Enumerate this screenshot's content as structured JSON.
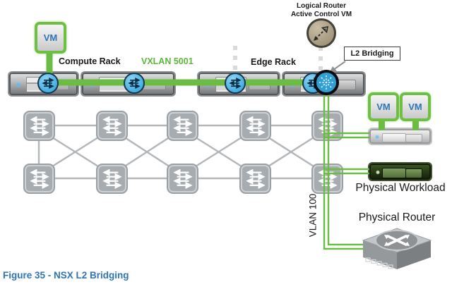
{
  "figure": {
    "caption": "Figure 35 - NSX L2 Bridging"
  },
  "labels": {
    "compute_rack": "Compute Rack",
    "vxlan_5001": "VXLAN 5001",
    "edge_rack": "Edge Rack",
    "logical_router_title": "Logical Router",
    "logical_router_subtitle": "Active Control VM",
    "l2_bridging": "L2 Bridging",
    "vlan_100": "VLAN 100",
    "physical_workload": "Physical Workload",
    "physical_router": "Physical Router",
    "vm": "VM"
  },
  "fabric": {
    "columns": 5,
    "rows": 2
  },
  "colors": {
    "link_green": "#6abc43",
    "vxlan_text_green": "#5cb83c",
    "vm_blue_text": "#2e75b6",
    "caption_blue": "#2e74b6",
    "switch_gray": "#a7acb1",
    "hypervisor_circle_blue": "#45aee2",
    "l2_bridge_circle_blue": "#2f9fd4",
    "logical_router_tan": "#b3a68f",
    "workload_green": "#24350f"
  }
}
